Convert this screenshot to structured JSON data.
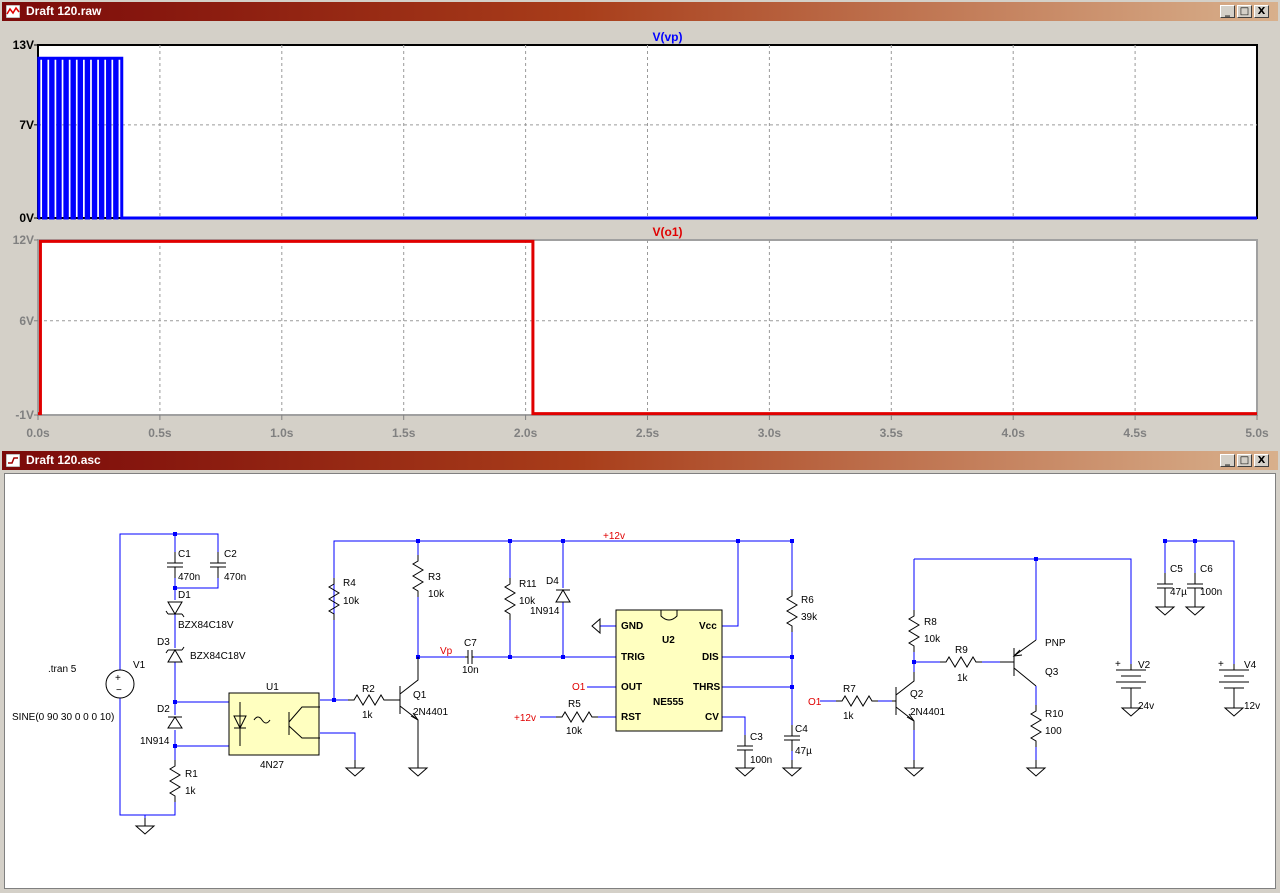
{
  "plot_window": {
    "title": "Draft 120.raw",
    "buttons": {
      "minimize": "_",
      "restore": "□",
      "close": "X"
    }
  },
  "schematic_window": {
    "title": "Draft 120.asc",
    "buttons": {
      "minimize": "_",
      "restore": "□",
      "close": "X"
    }
  },
  "chart_data": [
    {
      "type": "line",
      "title": "V(vp)",
      "yticks": [
        "13V",
        "7V",
        "0V"
      ],
      "ylim": [
        0,
        13
      ],
      "xticks": [
        "0.0s",
        "0.5s",
        "1.0s",
        "1.5s",
        "2.0s",
        "2.5s",
        "3.0s",
        "3.5s",
        "4.0s",
        "4.5s",
        "5.0s"
      ],
      "xlim": [
        0,
        5
      ],
      "grid": true,
      "series": [
        {
          "name": "V(vp)",
          "color": "#0000ff",
          "description_values": {
            "pulse_high": 12,
            "pulse_low": 0,
            "pulse_end_time": 0.35,
            "pulse_count": 12
          }
        }
      ]
    },
    {
      "type": "line",
      "title": "V(o1)",
      "yticks": [
        "12V",
        "6V",
        "-1V"
      ],
      "ylim": [
        -1,
        12
      ],
      "xticks": [
        "0.0s",
        "0.5s",
        "1.0s",
        "1.5s",
        "2.0s",
        "2.5s",
        "3.0s",
        "3.5s",
        "4.0s",
        "4.5s",
        "5.0s"
      ],
      "xlim": [
        0,
        5
      ],
      "grid": true,
      "series": [
        {
          "name": "V(o1)",
          "color": "#e00000",
          "x": [
            0,
            0.01,
            0.01,
            2.03,
            2.03,
            5.0
          ],
          "y": [
            -0.9,
            -0.9,
            11.9,
            11.9,
            -0.9,
            -0.9
          ]
        }
      ]
    }
  ],
  "schematic": {
    "directive": ".tran 5",
    "source_spec": "SINE(0 90 30 0 0 0 10)",
    "nets": {
      "supply": "+12v",
      "vp": "Vp",
      "o1": "O1",
      "o1b": "O1",
      "rst_supply": "+12v"
    },
    "parts": {
      "V1": "V1",
      "C1": "C1",
      "C1v": "470n",
      "C2": "C2",
      "C2v": "470n",
      "D1": "D1",
      "D1v": "BZX84C18V",
      "D3": "D3",
      "D3v": "BZX84C18V",
      "D2": "D2",
      "D2v": "1N914",
      "R1": "R1",
      "R1v": "1k",
      "U1": "U1",
      "U1v": "4N27",
      "R4": "R4",
      "R4v": "10k",
      "R2": "R2",
      "R2v": "1k",
      "R3": "R3",
      "R3v": "10k",
      "Q1": "Q1",
      "Q1v": "2N4401",
      "C7": "C7",
      "C7v": "10n",
      "R11": "R11",
      "R11v": "10k",
      "D4": "D4",
      "D4v": "1N914",
      "U2": "U2",
      "U2v": "NE555",
      "R5": "R5",
      "R5v": "10k",
      "C3": "C3",
      "C3v": "100n",
      "R6": "R6",
      "R6v": "39k",
      "C4": "C4",
      "C4v": "47µ",
      "R8": "R8",
      "R8v": "10k",
      "R7": "R7",
      "R7v": "1k",
      "Q2": "Q2",
      "Q2v": "2N4401",
      "R9": "R9",
      "R9v": "1k",
      "Q3type": "PNP",
      "Q3": "Q3",
      "R10": "R10",
      "R10v": "100",
      "C5": "C5",
      "C5v": "47µ",
      "C6": "C6",
      "C6v": "100n",
      "V2": "V2",
      "V2v": "24v",
      "V4": "V4",
      "V4v": "12v"
    },
    "pins_555": {
      "gnd": "GND",
      "vcc": "Vcc",
      "trig": "TRIG",
      "dis": "DIS",
      "out": "OUT",
      "thrs": "THRS",
      "rst": "RST",
      "cv": "CV"
    }
  }
}
